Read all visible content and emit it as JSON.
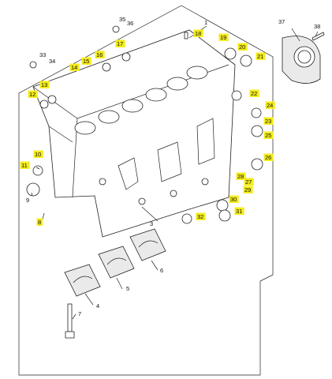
{
  "diagram": {
    "callouts": [
      {
        "id": "c1",
        "text": "1",
        "highlight": false
      },
      {
        "id": "c3",
        "text": "3",
        "highlight": false
      },
      {
        "id": "c4",
        "text": "4",
        "highlight": false
      },
      {
        "id": "c5",
        "text": "5",
        "highlight": false
      },
      {
        "id": "c6",
        "text": "6",
        "highlight": false
      },
      {
        "id": "c7",
        "text": "7",
        "highlight": false
      },
      {
        "id": "c8",
        "text": "8",
        "highlight": true
      },
      {
        "id": "c9",
        "text": "9",
        "highlight": false
      },
      {
        "id": "c10",
        "text": "10",
        "highlight": true
      },
      {
        "id": "c11",
        "text": "11",
        "highlight": true
      },
      {
        "id": "c12",
        "text": "12",
        "highlight": true
      },
      {
        "id": "c13",
        "text": "13",
        "highlight": true
      },
      {
        "id": "c14",
        "text": "14",
        "highlight": true
      },
      {
        "id": "c15",
        "text": "15",
        "highlight": true
      },
      {
        "id": "c16",
        "text": "16",
        "highlight": true
      },
      {
        "id": "c17",
        "text": "17",
        "highlight": true
      },
      {
        "id": "c18",
        "text": "18",
        "highlight": true
      },
      {
        "id": "c19",
        "text": "19",
        "highlight": true
      },
      {
        "id": "c20",
        "text": "20",
        "highlight": true
      },
      {
        "id": "c21",
        "text": "21",
        "highlight": true
      },
      {
        "id": "c22",
        "text": "22",
        "highlight": true
      },
      {
        "id": "c23",
        "text": "23",
        "highlight": true
      },
      {
        "id": "c24",
        "text": "24",
        "highlight": true
      },
      {
        "id": "c25",
        "text": "25",
        "highlight": true
      },
      {
        "id": "c26",
        "text": "26",
        "highlight": true
      },
      {
        "id": "c27",
        "text": "27",
        "highlight": true
      },
      {
        "id": "c28",
        "text": "28",
        "highlight": true
      },
      {
        "id": "c29",
        "text": "29",
        "highlight": true
      },
      {
        "id": "c30",
        "text": "30",
        "highlight": true
      },
      {
        "id": "c31",
        "text": "31",
        "highlight": true
      },
      {
        "id": "c32",
        "text": "32",
        "highlight": true
      },
      {
        "id": "c33",
        "text": "33",
        "highlight": false
      },
      {
        "id": "c34",
        "text": "34",
        "highlight": false
      },
      {
        "id": "c35",
        "text": "35",
        "highlight": false
      },
      {
        "id": "c36",
        "text": "36",
        "highlight": false
      },
      {
        "id": "c37",
        "text": "37",
        "highlight": false
      },
      {
        "id": "c38",
        "text": "38",
        "highlight": false
      }
    ],
    "colors": {
      "highlight": "#f4ec1c",
      "line": "#222222",
      "background": "#ffffff"
    }
  }
}
